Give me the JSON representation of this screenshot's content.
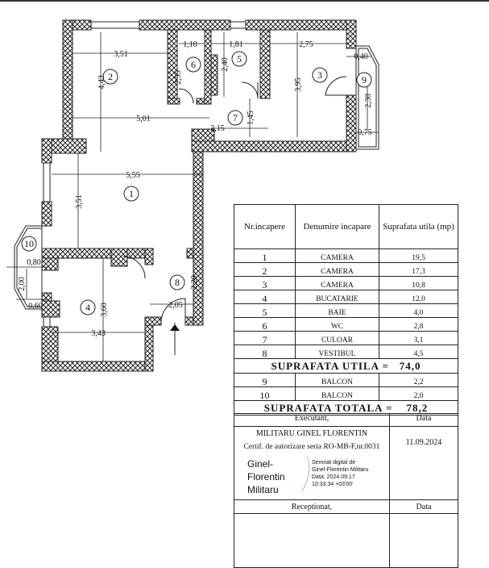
{
  "plan": {
    "rooms": [
      "1",
      "2",
      "3",
      "4",
      "5",
      "6",
      "7",
      "8",
      "9",
      "10"
    ],
    "dimensions": {
      "r2_w": "3,51",
      "r2_h": "4,43",
      "r6_w": "1,10",
      "r6_h": "2,55",
      "r5_w": "1,81",
      "r5_h": "2,40",
      "r3_w": "2,75",
      "r3_h": "3,95",
      "b9_w1": "0,40",
      "b9_h": "2,30",
      "b9_w2": "0,75",
      "r7_w": "2,15",
      "r7_h": "1,45",
      "r2b_w": "5,01",
      "r1_w": "5,55",
      "r1_h": "3,51",
      "b10_h": "2,00",
      "b10_w1": "0,80",
      "b10_w2": "0,60",
      "r4_h": "3,60",
      "r4_w": "3,43",
      "r8_w": "2,05",
      "r8_h": "2,20"
    }
  },
  "table": {
    "headers": [
      "Nr.incapere",
      "Denumire incapare",
      "Suprafata utila (mp)"
    ],
    "rows": [
      {
        "nr": "1",
        "name": "CAMERA",
        "area": "19,5"
      },
      {
        "nr": "2",
        "name": "CAMERA",
        "area": "17,3"
      },
      {
        "nr": "3",
        "name": "CAMERA",
        "area": "10,8"
      },
      {
        "nr": "4",
        "name": "BUCATARIE",
        "area": "12,0"
      },
      {
        "nr": "5",
        "name": "BAIE",
        "area": "4,0"
      },
      {
        "nr": "6",
        "name": "WC",
        "area": "2,8"
      },
      {
        "nr": "7",
        "name": "CULOAR",
        "area": "3,1"
      },
      {
        "nr": "8",
        "name": "VESTIBUL",
        "area": "4,5"
      }
    ],
    "total_util": "SUPRAFATA UTILA =   74,0",
    "balcony_rows": [
      {
        "nr": "9",
        "name": "BALCON",
        "area": "2,2"
      },
      {
        "nr": "10",
        "name": "BALCON",
        "area": "2,0"
      }
    ],
    "total": "SUPRAFATA TOTALA =    78,2"
  },
  "signature": {
    "executant_label": "Executant,",
    "data_label": "Data",
    "executant_name": "MILITARU GINEL FLORENTIN",
    "certificate": "Certif. de autorizare seria RO-MB-F,nr.0031",
    "date": "11.09.2024",
    "signer_name": [
      "Ginel-",
      "Florentin",
      "Militaru"
    ],
    "digital_sign": [
      "Semnat digital de",
      "Ginel-Florentin Militaru",
      "Data: 2024.09.17",
      "10:33:34 +03'00'"
    ],
    "receptionat_label": "Receptionat,",
    "data_label2": "Data"
  }
}
